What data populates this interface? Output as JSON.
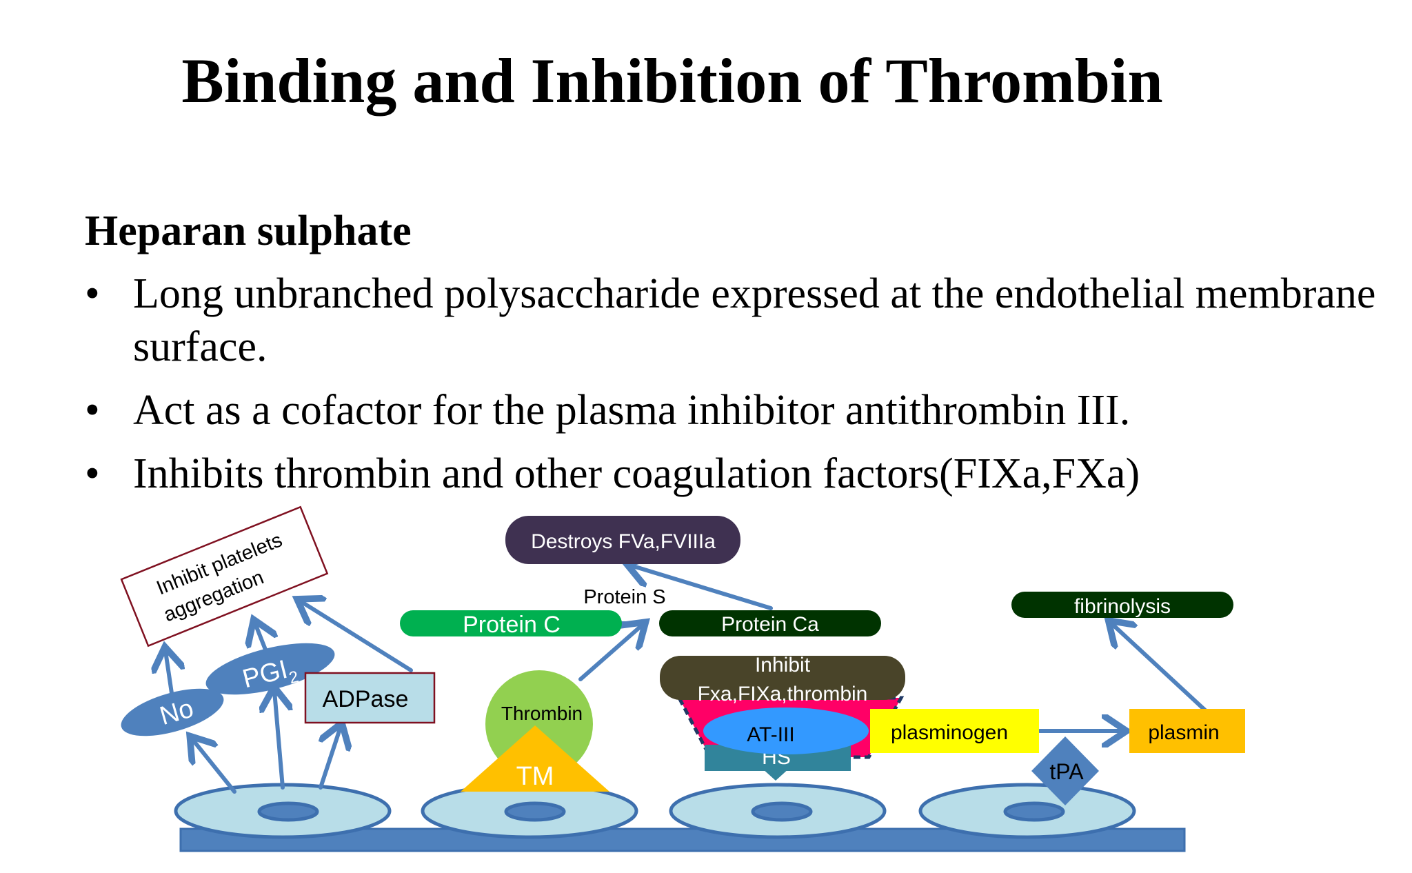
{
  "slide": {
    "title": "Binding and Inhibition of Thrombin",
    "subheading": "Heparan sulphate",
    "bullets": [
      "Long unbranched polysaccharide expressed at the endothelial membrane surface.",
      "Act  as a cofactor  for the plasma inhibitor  antithrombin  III.",
      "Inhibits thrombin and other coagulation factors(FIXa,FXa)"
    ],
    "bullet_symbol": "•"
  },
  "diagram": {
    "inhibit_platelets_line1": "Inhibit platelets",
    "inhibit_platelets_line2": "aggregation",
    "no_label": "No",
    "pgi_label": "PGI",
    "pgi_subscript": "2",
    "adpase_label": "ADPase",
    "destroys_label": "Destroys FVa,FVIIIa",
    "protein_s_label": "Protein S",
    "protein_c_label": "Protein C",
    "protein_ca_label": "Protein Ca",
    "thrombin_label": "Thrombin",
    "tm_label": "TM",
    "inhibit_label_line1": "Inhibit",
    "inhibit_label_line2": "Fxa,FIXa,thrombin",
    "at3_label": "AT-III",
    "hs_label": "HS",
    "plasminogen_label": "plasminogen",
    "plasmin_label": "plasmin",
    "tpa_label": "tPA",
    "fibrinolysis_label": "fibrinolysis",
    "colors": {
      "cell_fill": "#b8dde8",
      "cell_stroke": "#3d6fae",
      "arrow": "#4f81bd",
      "protein_c": "#00b050",
      "dark_green": "#003300",
      "destroys": "#3f3151",
      "thrombin": "#92d050",
      "tm": "#ffc000",
      "inhibit_box": "#494429",
      "hs_pink": "#ff0066",
      "at3": "#3399ff",
      "hs_bar": "#31849b",
      "plasminogen": "#ffff00",
      "plasmin": "#ffc000",
      "adpase_fill": "#b8dde8",
      "maroon": "#7f1020"
    }
  }
}
